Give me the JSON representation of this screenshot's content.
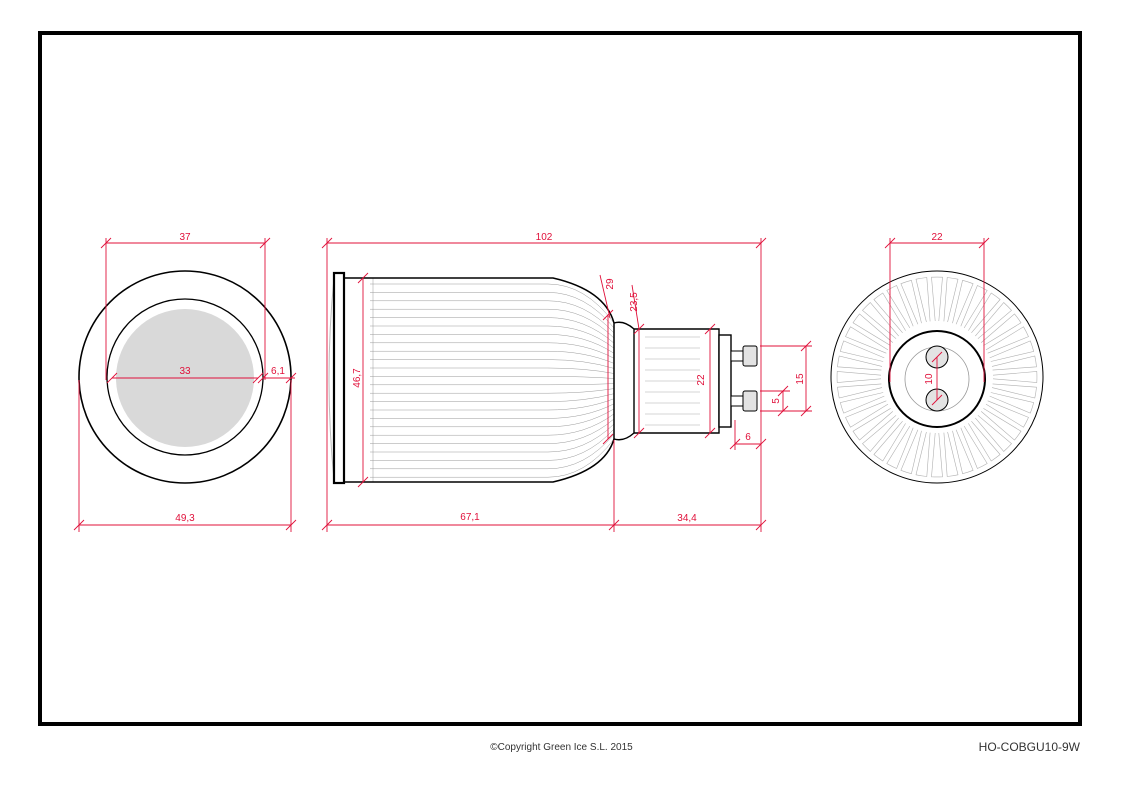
{
  "drawing": {
    "footer": {
      "copyright": "©Copyright Green Ice S.L. 2015",
      "model_code": "HO-COBGU10-9W"
    },
    "colors": {
      "outline": "#000000",
      "dimension": "#e0103a",
      "hatch": "#9a9a9a",
      "lens_fill": "#d9d9d9"
    },
    "front_view": {
      "dims": {
        "inner_width": "37",
        "lens_diameter": "33",
        "rim": "6,1",
        "outer_diameter": "49,3"
      }
    },
    "side_view": {
      "dims": {
        "total_length": "102",
        "face_height": "46,7",
        "neck_height": "29",
        "collar_height": "23,5",
        "base_height": "22",
        "pin_spacing": "15",
        "pin_size": "5",
        "pin_length": "6",
        "body_length": "67,1",
        "base_length": "34,4"
      }
    },
    "back_view": {
      "dims": {
        "hub_width": "22",
        "pin_pitch": "10"
      }
    }
  }
}
